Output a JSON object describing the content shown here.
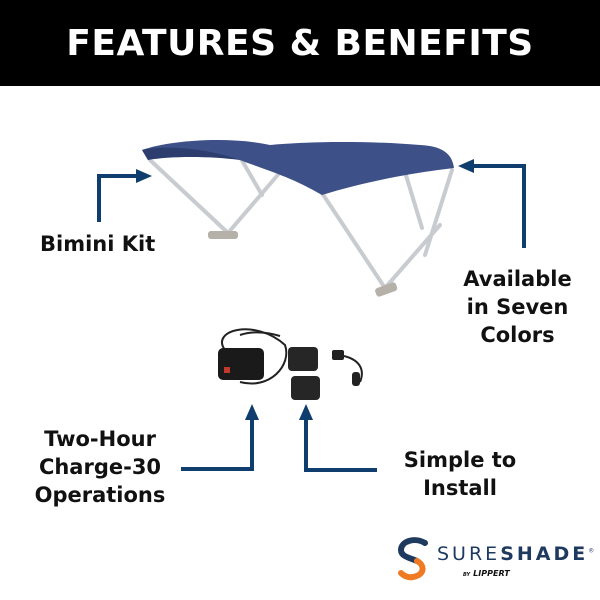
{
  "header": {
    "title": "FEATURES & BENEFITS"
  },
  "labels": {
    "bimini_kit": [
      "Bimini Kit"
    ],
    "colors": [
      "Available",
      "in Seven",
      "Colors"
    ],
    "charge": [
      "Two-Hour",
      "Charge-30",
      "Operations"
    ],
    "install": [
      "Simple to",
      "Install"
    ]
  },
  "logo": {
    "word_light": "SURE",
    "word_bold": "SHADE",
    "registered": "®",
    "by": "BY",
    "parent": "LIPPERT"
  },
  "colors": {
    "header_bg": "#000000",
    "arrow": "#0f3d6e",
    "canopy": "#3d5188",
    "frame": "#c8cbd0",
    "logo_blue": "#1f3a5f",
    "logo_orange": "#f07a22"
  },
  "icons": {
    "product_bimini": "bimini-top-image",
    "product_battery": "battery-pack-image",
    "product_charger": "charger-image"
  }
}
